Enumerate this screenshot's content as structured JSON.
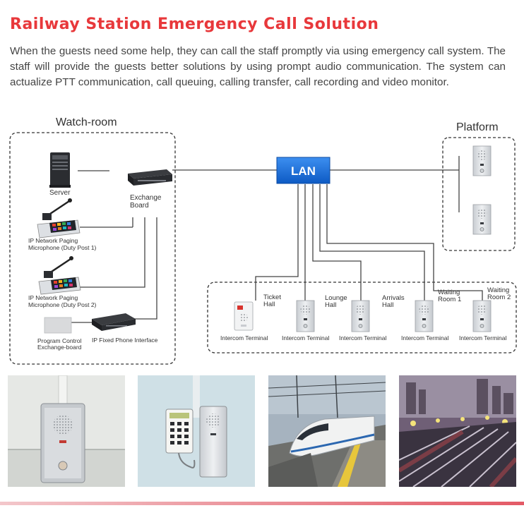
{
  "title": "Railway Station Emergency Call Solution",
  "description": "When the guests need some help, they can call the staff promptly via using emergency call system. The staff will provide the guests better solutions by using prompt audio communication. The system can actualize PTT communication, call queuing, calling transfer, call recording and video monitor.",
  "diagram": {
    "watch_room_label": "Watch-room",
    "platform_label": "Platform",
    "lan_label": "LAN",
    "server_label": "Server",
    "exchange_label_1": "Exchange",
    "exchange_label_2": "Board",
    "mic1_label_1": "IP Network Paging",
    "mic1_label_2": "Microphone (Duty Post 1)",
    "mic2_label_1": "IP Network Paging",
    "mic2_label_2": "Microphone (Duty Post 2)",
    "pc_exchange_label_1": "Program Control",
    "pc_exchange_label_2": "Exchange-board",
    "phone_interface_label": "IP Fixed Phone Interface",
    "zones": {
      "ticket_hall_1": "Ticket",
      "ticket_hall_2": "Hall",
      "lounge_hall_1": "Lounge",
      "lounge_hall_2": "Hall",
      "arrivals_hall_1": "Arrivals",
      "arrivals_hall_2": "Hall",
      "waiting_room1_1": "Waiting",
      "waiting_room1_2": "Room 1",
      "waiting_room2_1": "Waiting",
      "waiting_room2_2": "Room 2"
    },
    "terminals": [
      "Intercom Terminal",
      "Intercom Terminal",
      "Intercom Terminal",
      "Intercom Terminal",
      "Intercom Terminal"
    ]
  },
  "colors": {
    "title": "#e8383b",
    "lan_box": "#1a6fd6",
    "footer_gradient_start": "#f3c7cb",
    "footer_gradient_end": "#e35a66"
  }
}
